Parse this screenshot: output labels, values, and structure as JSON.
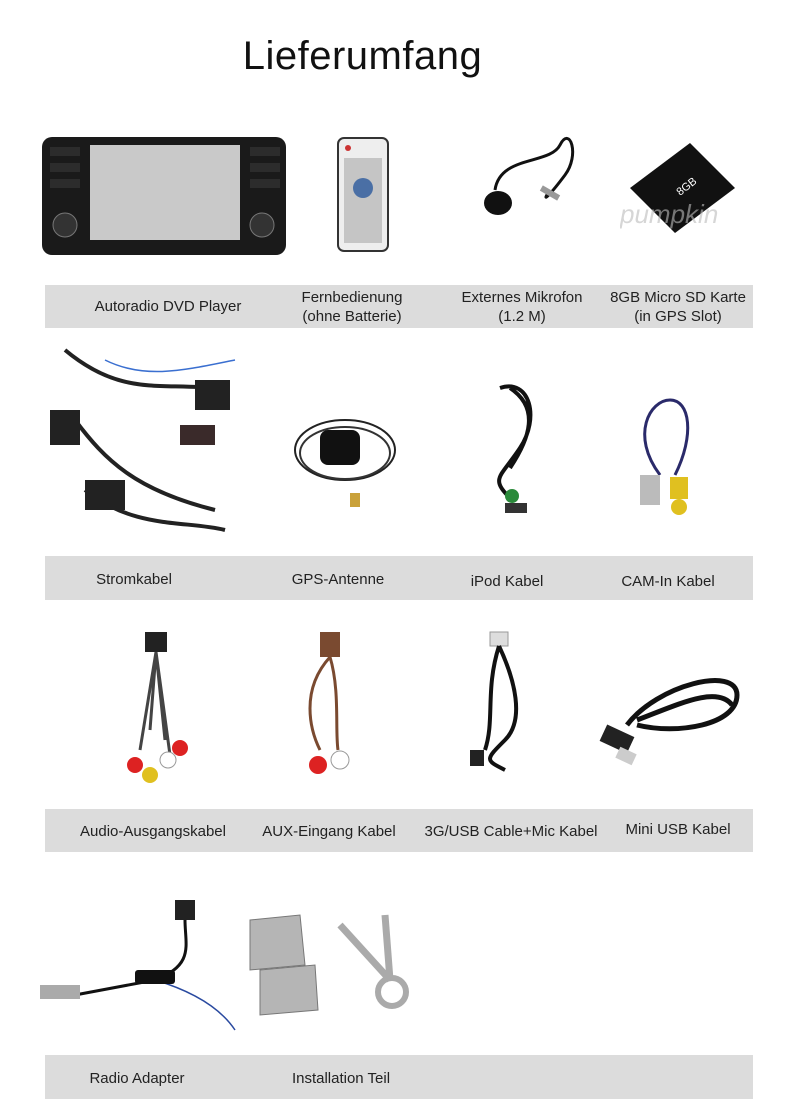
{
  "title": "Lieferumfang",
  "watermark": "pumpkin",
  "rows": [
    {
      "items": [
        {
          "label": "Autoradio DVD Player"
        },
        {
          "label": "Fernbedienung",
          "sub": "(ohne Batterie)"
        },
        {
          "label": "Externes Mikrofon",
          "sub": "(1.2 M)"
        },
        {
          "label": "8GB Micro SD Karte",
          "sub": "(in GPS Slot)"
        }
      ]
    },
    {
      "items": [
        {
          "label": "Stromkabel"
        },
        {
          "label": "GPS-Antenne"
        },
        {
          "label": "iPod Kabel"
        },
        {
          "label": "CAM-In Kabel"
        }
      ]
    },
    {
      "items": [
        {
          "label": "Audio-Ausgangskabel"
        },
        {
          "label": "AUX-Eingang Kabel"
        },
        {
          "label": "3G/USB Cable+Mic Kabel"
        },
        {
          "label": "Mini USB Kabel"
        }
      ]
    },
    {
      "items": [
        {
          "label": "Radio Adapter"
        },
        {
          "label": "Installation Teil"
        }
      ]
    }
  ],
  "sd_card_text": "8GB"
}
